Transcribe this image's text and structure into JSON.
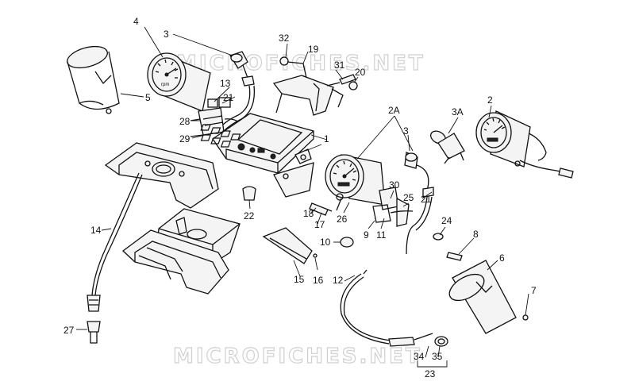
{
  "watermark": {
    "top": "MICROFICHES.NET",
    "bottom": "MICROFICHES.NET"
  },
  "labels": [
    {
      "id": "l4",
      "text": "4"
    },
    {
      "id": "l3a",
      "text": "3"
    },
    {
      "id": "l5",
      "text": "5"
    },
    {
      "id": "l32",
      "text": "32"
    },
    {
      "id": "l19",
      "text": "19"
    },
    {
      "id": "l31",
      "text": "31"
    },
    {
      "id": "l20",
      "text": "20"
    },
    {
      "id": "l13",
      "text": "13"
    },
    {
      "id": "l21a",
      "text": "21"
    },
    {
      "id": "l28",
      "text": "28"
    },
    {
      "id": "l29",
      "text": "29"
    },
    {
      "id": "l1",
      "text": "1"
    },
    {
      "id": "l2A",
      "text": "2A"
    },
    {
      "id": "l3b",
      "text": "3"
    },
    {
      "id": "l3A",
      "text": "3A"
    },
    {
      "id": "l2",
      "text": "2"
    },
    {
      "id": "l22",
      "text": "22"
    },
    {
      "id": "l18",
      "text": "18"
    },
    {
      "id": "l17",
      "text": "17"
    },
    {
      "id": "l26",
      "text": "26"
    },
    {
      "id": "l30",
      "text": "30"
    },
    {
      "id": "l25",
      "text": "25"
    },
    {
      "id": "l21b",
      "text": "21"
    },
    {
      "id": "l9",
      "text": "9"
    },
    {
      "id": "l11",
      "text": "11"
    },
    {
      "id": "l24",
      "text": "24"
    },
    {
      "id": "l8",
      "text": "8"
    },
    {
      "id": "l14",
      "text": "14"
    },
    {
      "id": "l10",
      "text": "10"
    },
    {
      "id": "l15",
      "text": "15"
    },
    {
      "id": "l16",
      "text": "16"
    },
    {
      "id": "l12",
      "text": "12"
    },
    {
      "id": "l6",
      "text": "6"
    },
    {
      "id": "l7",
      "text": "7"
    },
    {
      "id": "l27",
      "text": "27"
    },
    {
      "id": "l34",
      "text": "34"
    },
    {
      "id": "l35",
      "text": "35"
    },
    {
      "id": "l23",
      "text": "23"
    }
  ]
}
